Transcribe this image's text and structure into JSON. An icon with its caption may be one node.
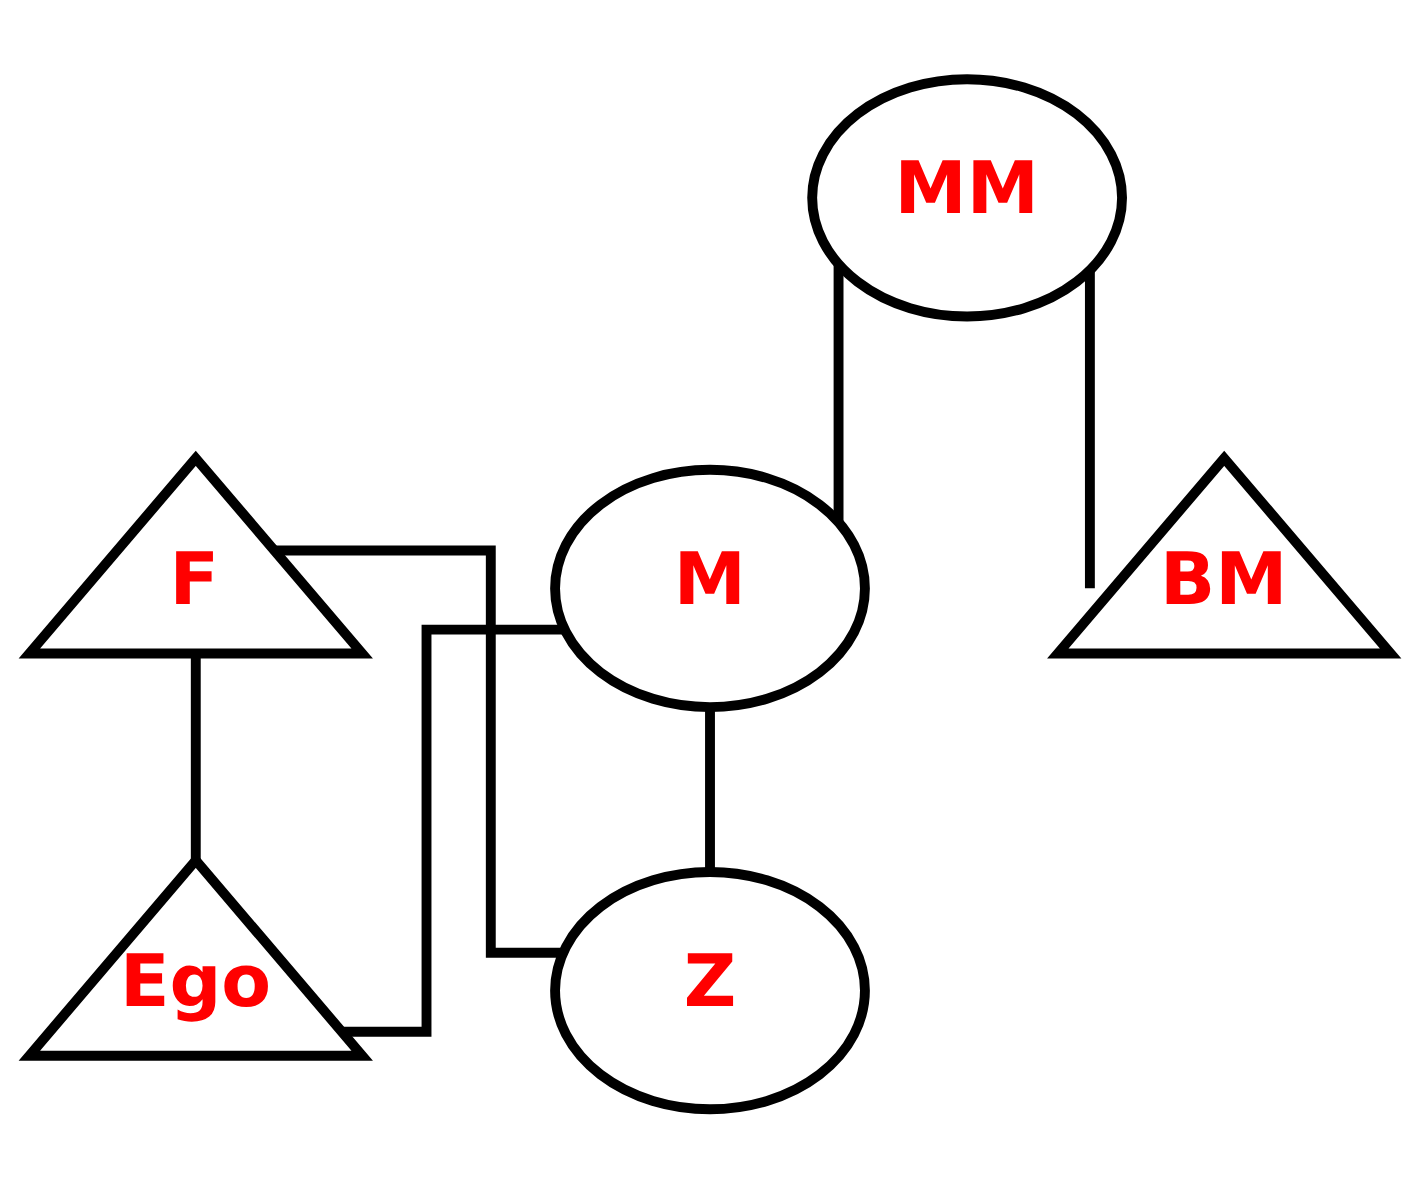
{
  "diagram": {
    "nodes": [
      {
        "text": [
          "MM"
        ]
      },
      {
        "text": [
          "F"
        ]
      },
      {
        "text": [
          "M"
        ]
      },
      {
        "text": [
          "BM"
        ]
      },
      {
        "text": [
          "Ego"
        ]
      },
      {
        "text": [
          "Z"
        ]
      }
    ],
    "edges": [
      {
        "from": 0,
        "to": 2,
        "arrow": "none"
      },
      {
        "from": 0,
        "to": 3,
        "arrow": "none"
      },
      {
        "from": 1,
        "to": 4,
        "arrow": "none"
      },
      {
        "from": 1,
        "to": 5,
        "arrow": "none"
      },
      {
        "from": 2,
        "to": 4,
        "arrow": "none"
      },
      {
        "from": 2,
        "to": 5,
        "arrow": "none"
      }
    ]
  }
}
